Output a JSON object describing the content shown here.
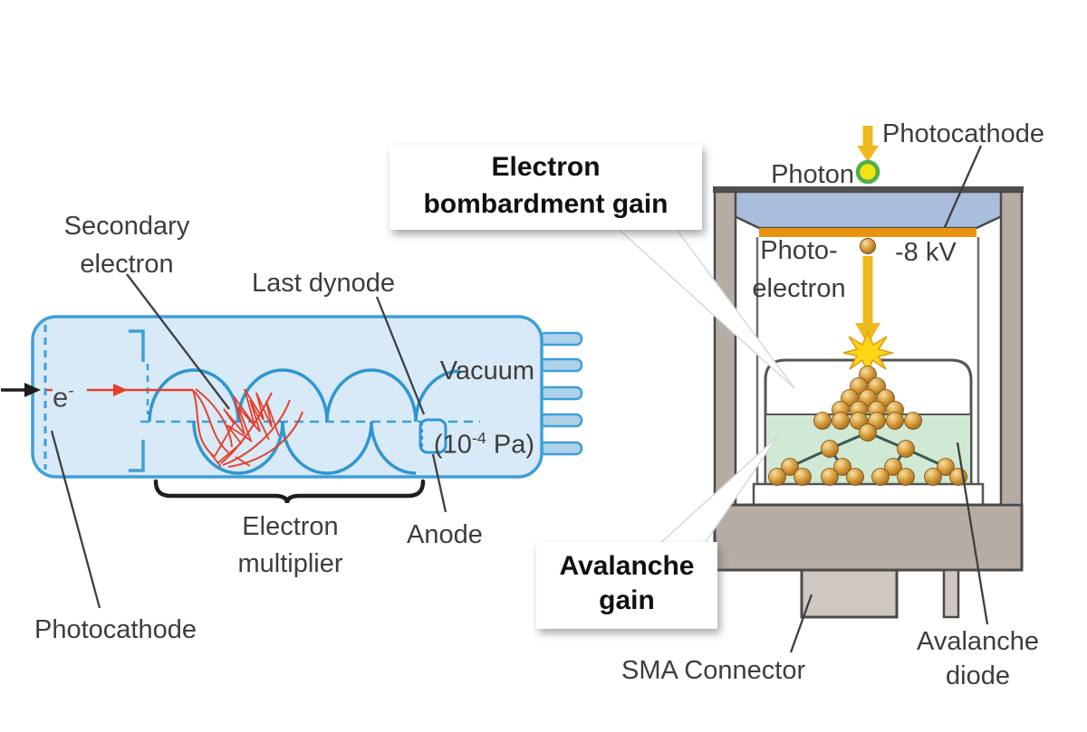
{
  "left_diagram": {
    "labels": {
      "secondary_electron": "Secondary\nelectron",
      "last_dynode": "Last dynode",
      "vacuum_title": "Vacuum",
      "vacuum_base": "(10",
      "vacuum_exp": "-4",
      "vacuum_unit": " Pa)",
      "electron_symbol": "e",
      "electron_sup": "-",
      "electron_multiplier": "Electron\nmultiplier",
      "anode": "Anode",
      "photocathode": "Photocathode"
    },
    "colors": {
      "tube_fill": "#d8eaf7",
      "tube_stroke": "#3e9fd8",
      "electron_red": "#e5402c"
    }
  },
  "right_diagram": {
    "labels": {
      "photon": "Photon",
      "photocathode": "Photocathode",
      "photo_electron": "Photo-\nelectron",
      "voltage": "-8 kV",
      "sma_connector": "SMA Connector",
      "avalanche_diode": "Avalanche\ndiode"
    },
    "callouts": {
      "electron_bombardment_gain": "Electron\nbombardment gain",
      "avalanche_gain": "Avalanche\ngain"
    },
    "colors": {
      "body_gray": "#b6aca4",
      "window_blue": "#a9bedd",
      "photocathode_orange": "#e99311",
      "diode_green": "#cfe9d5",
      "electron_gold": "#d09638",
      "beam_yellow": "#eeb91d",
      "photon_yellow": "#f4e313",
      "photon_ring": "#4db04c"
    }
  }
}
